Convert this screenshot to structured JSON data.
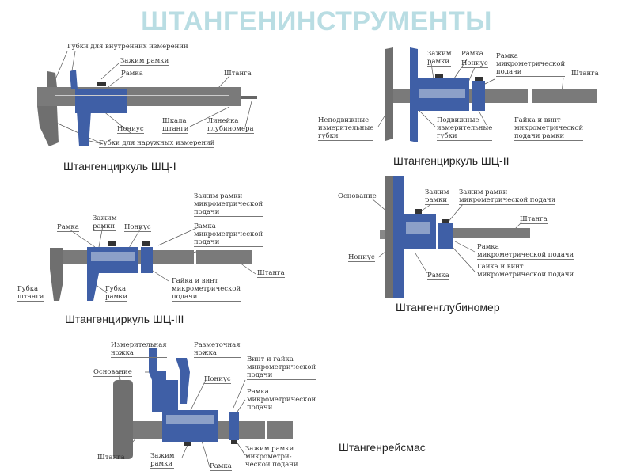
{
  "title": "ШТАНГЕНИНСТРУМЕНТЫ",
  "diagrams": [
    {
      "caption": "Штангенциркуль ШЦ-I",
      "labels": [
        "Губки для внутренних измерений",
        "Зажим рамки",
        "Рамка",
        "Штанга",
        "Нониус",
        "Шкала\nштанги",
        "Линейка\nглубиномера",
        "Губки для наружных измерений"
      ]
    },
    {
      "caption": "Штангенциркуль ШЦ-II",
      "labels": [
        "Зажим\nрамки",
        "Рамка",
        "Нониус",
        "Рамка\nмикрометрической\nподачи",
        "Штанга",
        "Неподвижные\nизмерительные\nгубки",
        "Подвижные\nизмерительные\nгубки",
        "Гайка и винт\nмикрометрической\nподачи рамки"
      ]
    },
    {
      "caption": "Штангенциркуль ШЦ-III",
      "labels": [
        "Зажим рамки\nмикрометрической\nподачи",
        "Зажим\nрамки",
        "Рамка",
        "Нониус",
        "Рамка\nмикрометрической\nподачи",
        "Штанга",
        "Губка\nштанги",
        "Губка\nрамки",
        "Гайка и винт\nмикрометрической\nподачи"
      ]
    },
    {
      "caption": "Штангенглубиномер",
      "labels": [
        "Основание",
        "Зажим\nрамки",
        "Зажим рамки\nмикрометрической подачи",
        "Штанга",
        "Нониус",
        "Рамка\nмикрометрической подачи",
        "Гайка и винт\nмикрометрической подачи",
        "Рамка"
      ]
    },
    {
      "caption": "Штангенрейсмас",
      "labels": [
        "Измерительная\nножка",
        "Разметочная\nножка",
        "Основание",
        "Винт и гайка\nмикрометрической\nподачи",
        "Нониус",
        "Рамка\nмикрометрической\nподачи",
        "Штанга",
        "Зажим\nрамки",
        "Рамка",
        "Зажим рамки\nмикрометри-\nческой подачи"
      ]
    }
  ],
  "colors": {
    "title": "#b9dde3",
    "metal": "#7a7a7a",
    "frame": "#3f5fa6"
  }
}
